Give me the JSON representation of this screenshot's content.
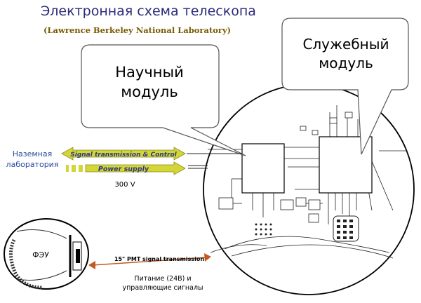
{
  "title": "Электронная схема телескопа",
  "subtitle": "(Lawrence Berkeley National Laboratory)",
  "callouts": {
    "science_line1": "Научный",
    "science_line2": "модуль",
    "service_line1": "Служебный",
    "service_line2": "модуль"
  },
  "ground_lab": {
    "line1": "Наземная",
    "line2": "лаборатория"
  },
  "links": {
    "signal_label": "Signal transmission & Control",
    "power_label": "Power supply",
    "voltage": "300 V"
  },
  "pmt": {
    "label": "ФЭУ",
    "transmission_label": "15\" PMT signal transmission",
    "power_line1": "Питание (24В) и",
    "power_line2": "управляющие сигналы"
  },
  "colors": {
    "title": "#2a2a7a",
    "subtitle": "#7a5a00",
    "ground_lab": "#2a4a9a",
    "arrow_fill": "#d4d636",
    "arrow_text": "#2a3a8a",
    "transmission_arrow": "#c05a20"
  }
}
